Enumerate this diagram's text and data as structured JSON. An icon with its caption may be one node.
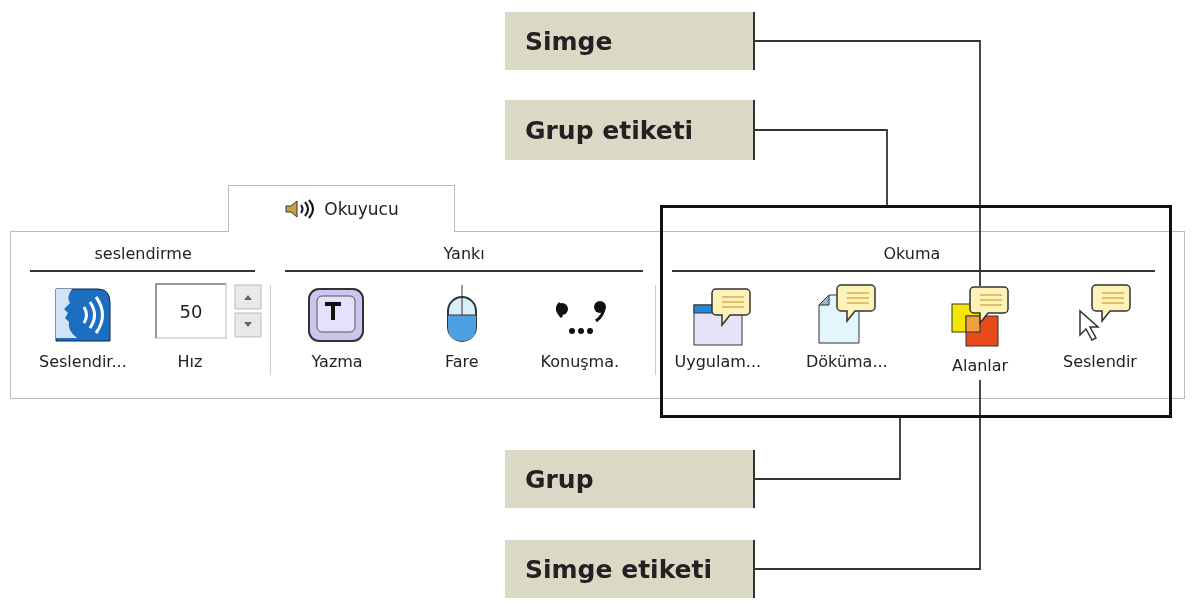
{
  "diagram": {
    "nodes": [
      {
        "text": [
          "Simge"
        ]
      },
      {
        "text": [
          "Grup etiketi"
        ]
      },
      {
        "text": [
          "Grup"
        ]
      },
      {
        "text": [
          "Simge etiketi"
        ]
      },
      {
        "text": [],
        "shape": "box"
      },
      {
        "text": [],
        "shape": "picture",
        "in": 4
      },
      {
        "text": [
          "Alanlar"
        ],
        "in": 4
      }
    ],
    "edges": [
      {
        "from": 0,
        "to": 5,
        "arrow": "none"
      },
      {
        "from": 1,
        "to": 4,
        "arrow": "none"
      },
      {
        "from": 2,
        "to": 4,
        "arrow": "none"
      },
      {
        "from": 3,
        "to": 6,
        "arrow": "none"
      }
    ],
    "labels": [
      "Okuyucu",
      "seslendirme",
      "Yankı",
      "Okuma",
      "50",
      "Seslendir...",
      "Hız",
      "Yazma",
      "Fare",
      "Konuşma.",
      "Uygulam...",
      "Döküma...",
      "Seslendir"
    ]
  }
}
